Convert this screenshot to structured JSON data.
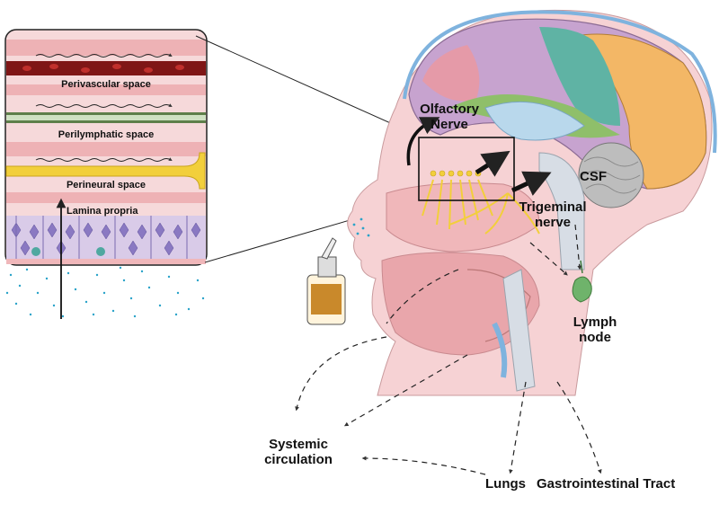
{
  "inset": {
    "perivascular_label": "Perivascular space",
    "perilymphatic_label": "Perilymphatic space",
    "perineural_label": "Perineural space",
    "lamina_label": "Lamina propria"
  },
  "labels": {
    "olfactory_line1": "Olfactory",
    "olfactory_line2": "Nerve",
    "csf": "CSF",
    "trigeminal_line1": "Trigeminal",
    "trigeminal_line2": "nerve",
    "lymph_line1": "Lymph",
    "lymph_line2": "node",
    "systemic_line1": "Systemic",
    "systemic_line2": "circulation",
    "lungs": "Lungs",
    "gi": "Gastrointestinal Tract"
  },
  "colors": {
    "tissue_pink": "#f0b7ba",
    "tissue_light": "#f7d5d7",
    "vessel_red": "#8b1c1c",
    "lymph_green": "#5e7f4a",
    "nerve_yellow": "#f2cf3b",
    "brain_blue": "#a9c8e8",
    "brain_purple": "#c7a3cf",
    "brain_teal": "#5fb3a4",
    "brain_orange": "#f3b766",
    "brain_green": "#8fbf6a",
    "drop_blue": "#2aa3c9"
  }
}
